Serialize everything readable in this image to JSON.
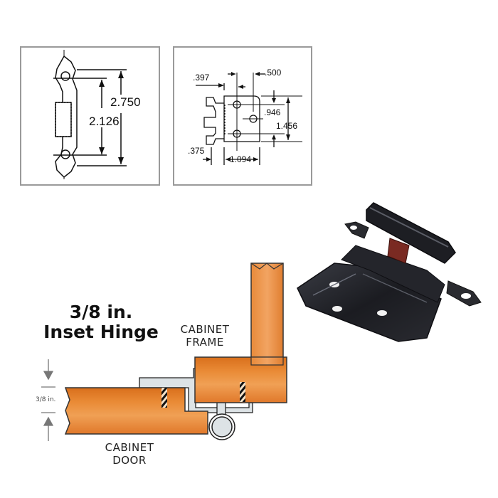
{
  "side_view": {
    "dimensions": {
      "overall_height": "2.750",
      "hole_spacing": "2.126"
    }
  },
  "front_view": {
    "dimensions": {
      "offset_a": ".397",
      "offset_b": ".500",
      "hole_spacing_v": ".946",
      "plate_height": "1.456",
      "leaf_offset": ".375",
      "plate_width": "1.094"
    }
  },
  "diagram": {
    "title_line1": "3/8 in.",
    "title_line2": "Inset Hinge",
    "frame_label_line1": "CABINET",
    "frame_label_line2": "FRAME",
    "door_label_line1": "CABINET",
    "door_label_line2": "DOOR",
    "inset_label": "3/8 in."
  },
  "colors": {
    "wood": "#e8862e",
    "wood_dark": "#d96f1c",
    "hinge_fill": "#dde3e6",
    "hinge_black": "#1c1d22",
    "bumper": "#7a2a22"
  }
}
